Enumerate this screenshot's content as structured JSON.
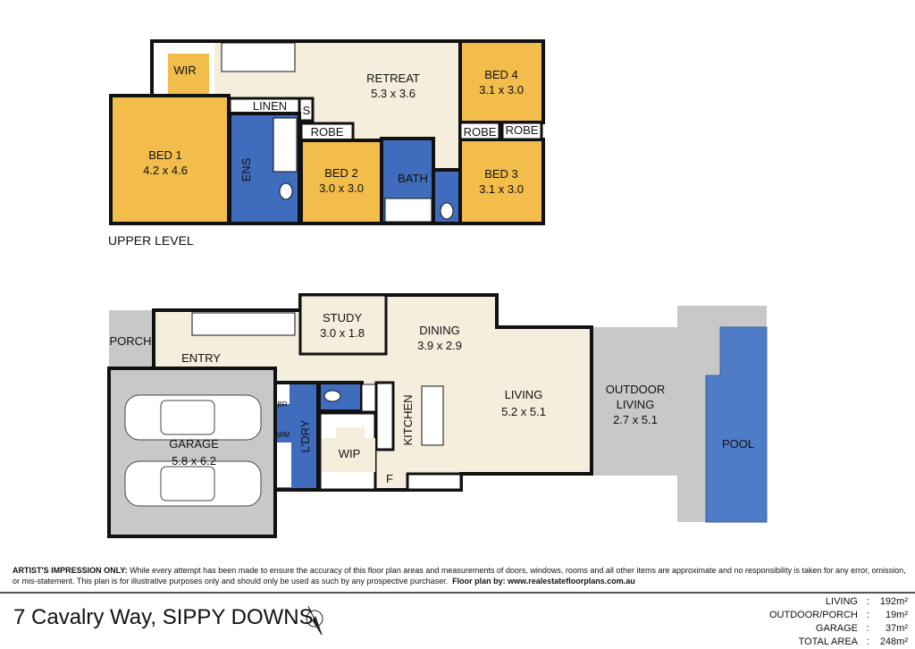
{
  "colors": {
    "bedroom": "#f2bd4a",
    "wet": "#3f6cbd",
    "living": "#f6eedc",
    "outdoor": "#c8c8c8",
    "pool": "#4f7cc6",
    "wall": "#111111"
  },
  "upper": {
    "level_label": "UPPER LEVEL",
    "bed1": {
      "name": "BED 1",
      "size": "4.2 x 4.6"
    },
    "wir": "WIR",
    "retreat": {
      "name": "RETREAT",
      "size": "5.3 x 3.6"
    },
    "bed4": {
      "name": "BED 4",
      "size": "3.1 x 3.0"
    },
    "bed3": {
      "name": "BED 3",
      "size": "3.1 x 3.0"
    },
    "bed2": {
      "name": "BED 2",
      "size": "3.0 x 3.0"
    },
    "linen": "LINEN",
    "s": "S",
    "ens": "ENS",
    "bath": "BATH",
    "robe_bed2": "ROBE",
    "robe_bed3": "ROBE",
    "robe_bed4": "ROBE"
  },
  "lower": {
    "porch": "PORCH",
    "entry": "ENTRY",
    "study": {
      "name": "STUDY",
      "size": "3.0 x 1.8"
    },
    "dining": {
      "name": "DINING",
      "size": "3.9 x 2.9"
    },
    "living": {
      "name": "LIVING",
      "size": "5.2 x 5.1"
    },
    "outdoor": {
      "name1": "OUTDOOR",
      "name2": "LIVING",
      "size": "2.7 x 5.1"
    },
    "pool": "POOL",
    "garage": {
      "name": "GARAGE",
      "size": "5.8 x 6.2"
    },
    "ldry": "L'DRY",
    "br": "BR",
    "wm": "WM",
    "wip": "WIP",
    "kitchen": "KITCHEN",
    "f": "F"
  },
  "disclaimer": {
    "lead": "ARTIST'S IMPRESSION ONLY:",
    "body": " While every attempt has been made to ensure the accuracy of this floor plan areas and measurements of doors, windows, rooms and all other items are approximate and no responsibility is taken for any error, omission, or mis-statement. This plan is for illustrative purposes only and should only be used as such by any prospective purchaser.",
    "credit": "Floor plan by: www.realestatefloorplans.com.au"
  },
  "address": "7 Cavalry Way, SIPPY DOWNS",
  "areas": [
    {
      "label": "LIVING",
      "value": "192m²"
    },
    {
      "label": "OUTDOOR/PORCH",
      "value": "19m²"
    },
    {
      "label": "GARAGE",
      "value": "37m²"
    },
    {
      "label": "TOTAL AREA",
      "value": "248m²"
    }
  ]
}
